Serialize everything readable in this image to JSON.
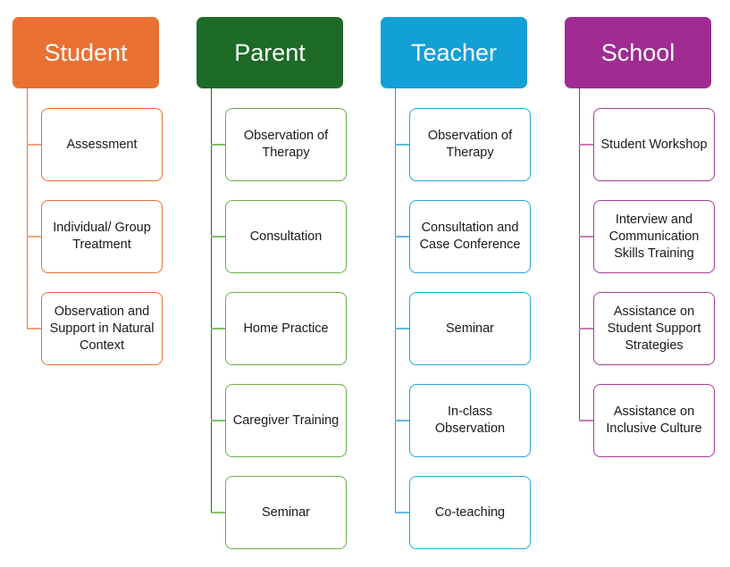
{
  "columns": [
    {
      "title": "Student",
      "color": "#E97132",
      "line_color": "#F0A57A",
      "items": [
        "Assessment",
        "Individual/ Group Treatment",
        "Observation and Support in Natural Context"
      ]
    },
    {
      "title": "Parent",
      "color": "#1D6B26",
      "line_color": "#7DC36A",
      "border_color": "#6AB04C",
      "items": [
        "Observation of Therapy",
        "Consultation",
        "Home Practice",
        "Caregiver Training",
        "Seminar"
      ]
    },
    {
      "title": "Teacher",
      "color": "#12A0D7",
      "line_color": "#5CBCE3",
      "border_color": "#2AA6DA",
      "items": [
        "Observation of Therapy",
        "Consultation and Case Conference",
        "Seminar",
        "In-class Observation",
        "Co-teaching"
      ]
    },
    {
      "title": "School",
      "color": "#A02B93",
      "line_color": "#C97BBE",
      "border_color": "#A63D98",
      "items": [
        "Student Workshop",
        "Interview and Communication Skills Training",
        "Assistance on Student Support Strategies",
        "Assistance on Inclusive Culture"
      ]
    }
  ]
}
